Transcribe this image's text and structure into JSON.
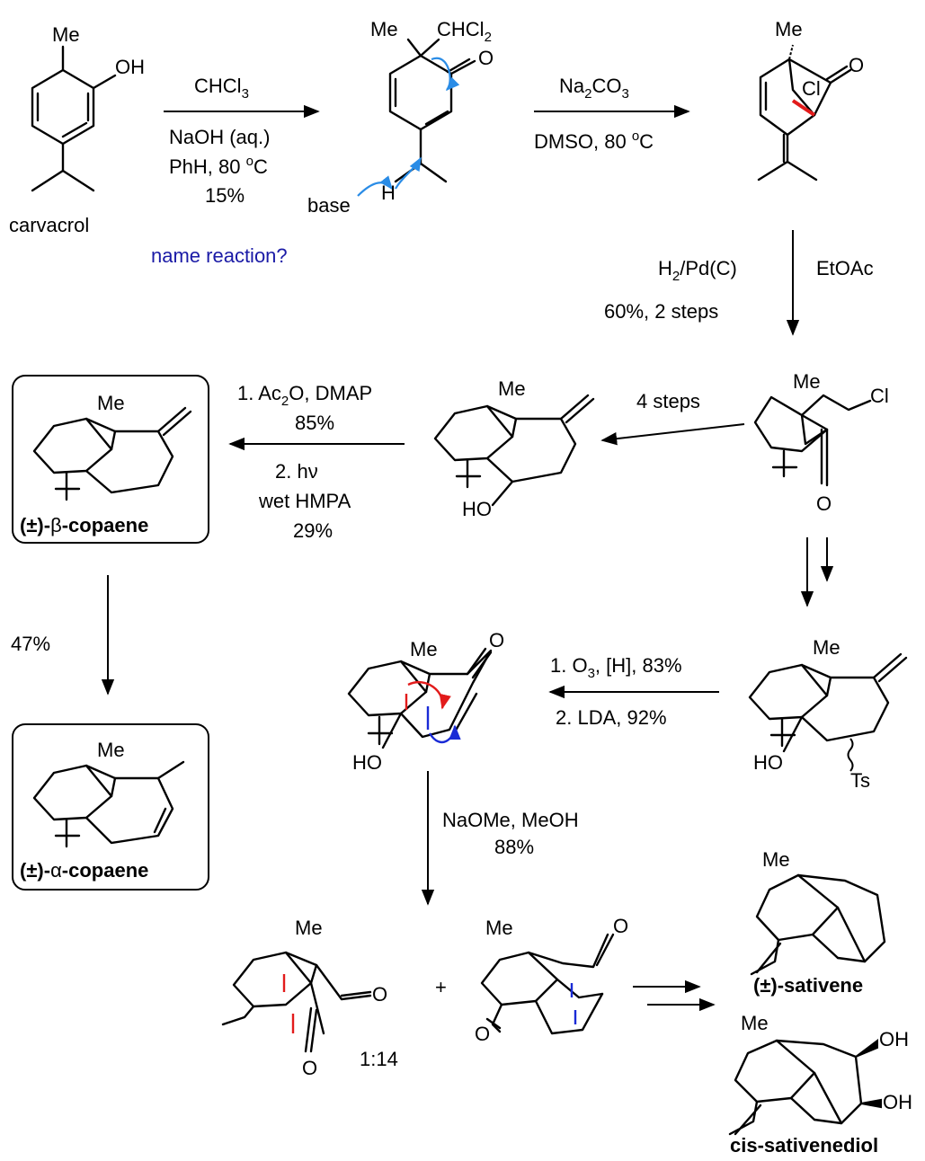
{
  "compounds": {
    "carvacrol": {
      "name": "carvacrol",
      "me": "Me",
      "oh": "OH"
    },
    "dienone": {
      "me": "Me",
      "chcl2": "CHCl",
      "chcl2_sub": "2",
      "o": "O",
      "base": "base",
      "h": "H"
    },
    "cyclopropane": {
      "me": "Me",
      "o": "O",
      "cl": "Cl"
    },
    "chloroketone": {
      "me": "Me",
      "cl": "Cl",
      "o": "O"
    },
    "alcohol_alkene": {
      "me": "Me",
      "ho": "HO"
    },
    "beta_copaene": {
      "name_pre": "(±)-",
      "name_greek": "β",
      "name_post": "-copaene",
      "me": "Me"
    },
    "alpha_copaene": {
      "name_pre": "(±)-",
      "name_greek": "α",
      "name_post": "-copaene",
      "me": "Me"
    },
    "sulfone": {
      "me": "Me",
      "ho": "HO",
      "ts": "Ts"
    },
    "enone": {
      "me": "Me",
      "o": "O",
      "ho": "HO"
    },
    "dione_minor": {
      "me": "Me",
      "o1": "O",
      "o2": "O"
    },
    "dione_major": {
      "me": "Me",
      "o1": "O",
      "o2": "O"
    },
    "sativene": {
      "name": "(±)-sativene",
      "me": "Me"
    },
    "sativenediol": {
      "name": "cis-sativenediol",
      "me": "Me",
      "oh1": "OH",
      "oh2": "OH"
    }
  },
  "reactions": {
    "r1": {
      "l1": "CHCl",
      "l1_sub": "3",
      "l2": "NaOH (aq.)",
      "l3": "PhH, 80 ",
      "l3_sup": "o",
      "l3_end": "C",
      "l4": "15%",
      "question": "name reaction?"
    },
    "r2": {
      "l1": "Na",
      "l1_sub1": "2",
      "l1_mid": "CO",
      "l1_sub2": "3",
      "l2": "DMSO, 80 ",
      "l2_sup": "o",
      "l2_end": "C"
    },
    "r3": {
      "l1": "H",
      "l1_sub": "2",
      "l1_end": "/Pd(C)",
      "l2": "EtOAc",
      "l3": "60%, 2 steps"
    },
    "r4": {
      "l1": "4 steps"
    },
    "r5": {
      "l1": "1. Ac",
      "l1_sub": "2",
      "l1_end": "O, DMAP",
      "l2": "85%",
      "l3": "2. hν",
      "l4": "wet HMPA",
      "l5": "29%"
    },
    "r6": {
      "l1": "47%"
    },
    "r7": {
      "l1": "1. O",
      "l1_sub": "3",
      "l1_end": ", [H], 83%",
      "l2": "2. LDA, 92%"
    },
    "r8": {
      "l1": "NaOMe, MeOH",
      "l2": "88%"
    },
    "plus": "+",
    "ratio": "1:14"
  },
  "colors": {
    "arrow_blue": "#2a8ce6",
    "bond_red": "#e21b1b",
    "curly_red": "#e21b1b",
    "curly_blue": "#1a2bd6",
    "question_blue": "#1a1aa6"
  }
}
